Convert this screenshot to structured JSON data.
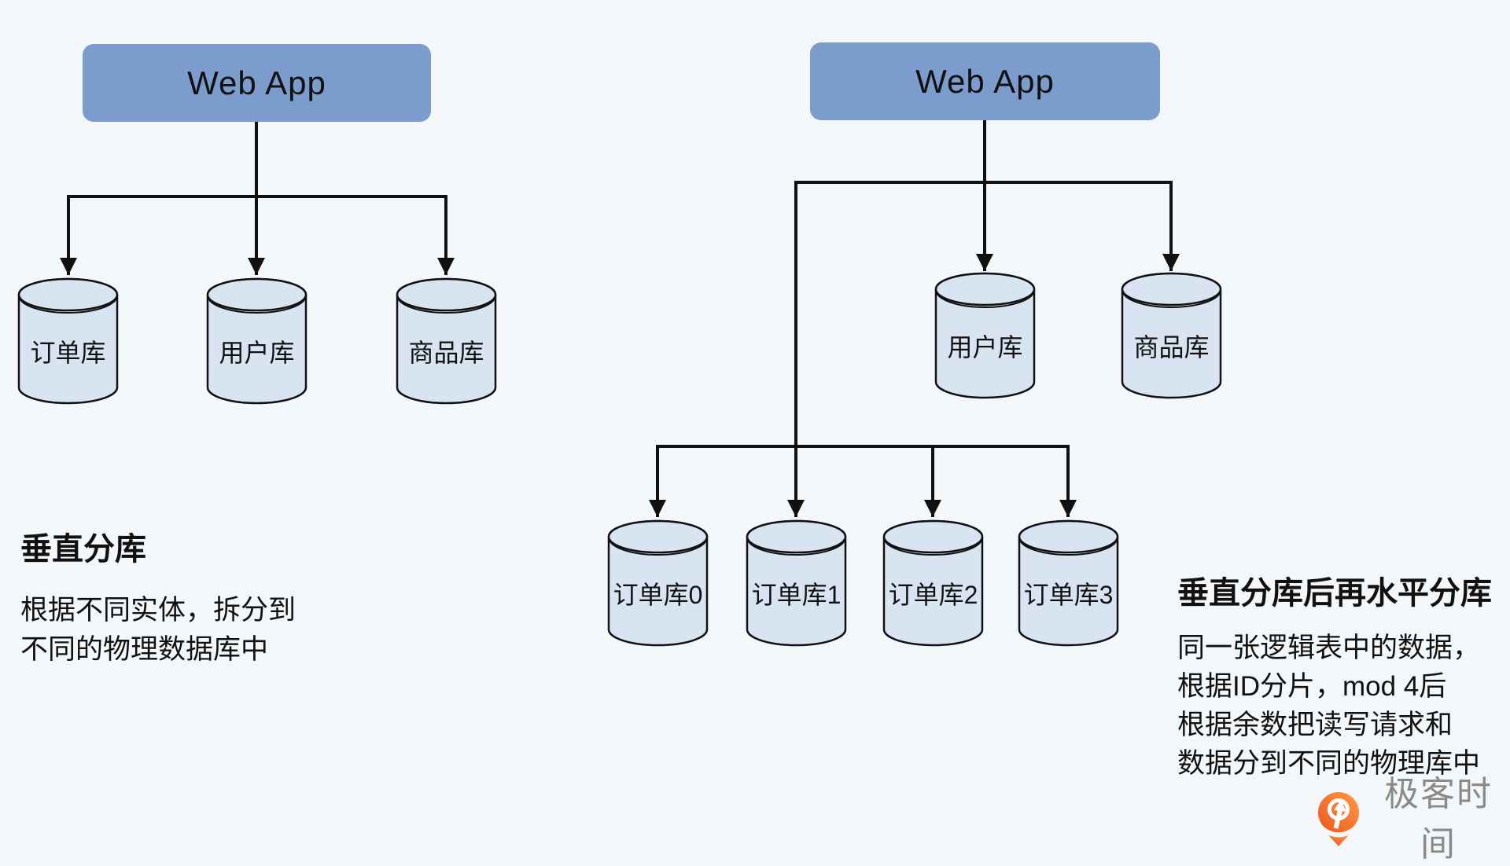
{
  "palette": {
    "background": "#F4F7FA",
    "app_box_fill": "#7B9CCD",
    "cylinder_fill": "#D8E4F2",
    "line_color": "#111111",
    "text_color": "#111111",
    "logo_orange_start": "#FF9A45",
    "logo_orange_end": "#EC551F",
    "logo_text_color": "#8A8A8A"
  },
  "left_diagram": {
    "app_label": "Web App",
    "databases": [
      "订单库",
      "用户库",
      "商品库"
    ],
    "caption_title": "垂直分库",
    "caption_lines": [
      "根据不同实体，拆分到",
      "不同的物理数据库中"
    ]
  },
  "right_diagram": {
    "app_label": "Web App",
    "top_databases": [
      "用户库",
      "商品库"
    ],
    "shard_databases": [
      "订单库0",
      "订单库1",
      "订单库2",
      "订单库3"
    ],
    "caption_title": "垂直分库后再水平分库",
    "caption_lines": [
      "同一张逻辑表中的数据，",
      "根据ID分片，mod 4后",
      "根据余数把读写请求和",
      "数据分到不同的物理库中"
    ]
  },
  "branding": {
    "logo_text": "极客时间",
    "logo_icon": "geektime-pin-icon"
  }
}
